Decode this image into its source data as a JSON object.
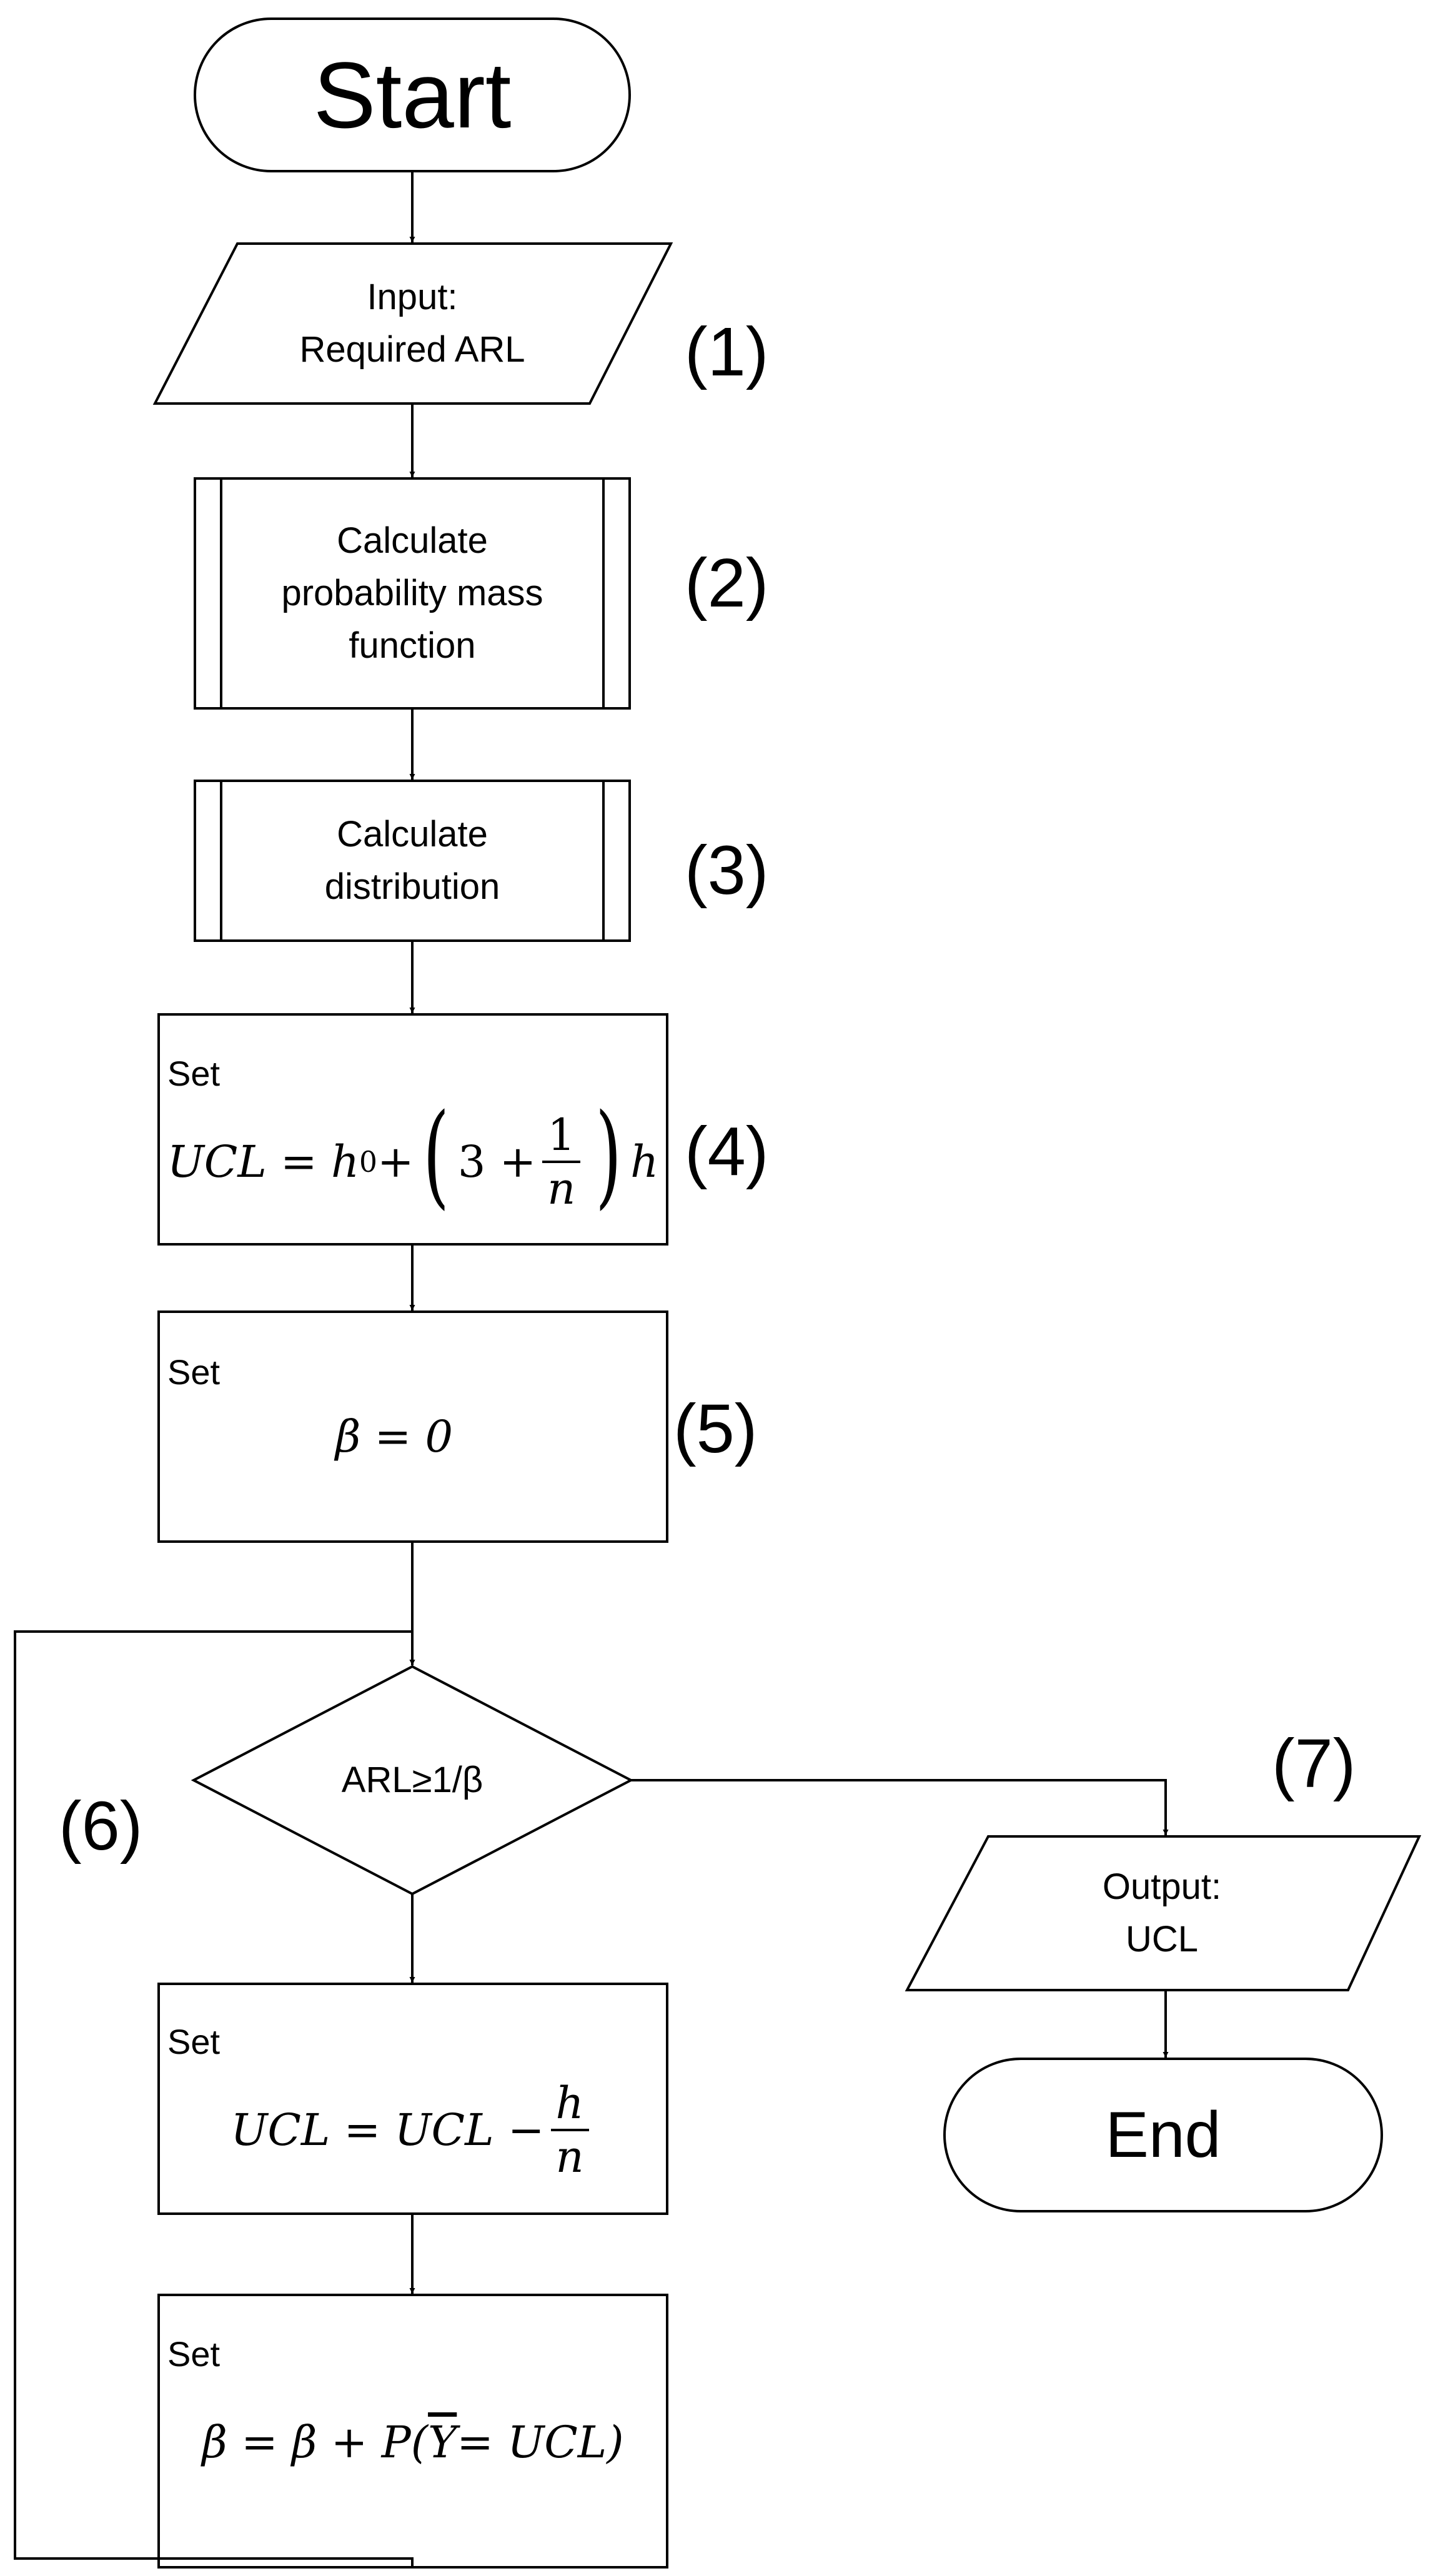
{
  "nodes": {
    "start": {
      "text": "Start"
    },
    "input": {
      "line1": "Input:",
      "line2": "Required ARL"
    },
    "pmf": {
      "line1": "Calculate",
      "line2": "probability mass",
      "line3": "function"
    },
    "distribution": {
      "line1": "Calculate",
      "line2": "distribution"
    },
    "set_ucl": {
      "label": "Set",
      "formula_lhs": "UCL = h",
      "formula_sub": "0",
      "formula_plus": " + ",
      "paren_inner": "3 + ",
      "frac_num": "1",
      "frac_den": "n",
      "formula_tail": "h"
    },
    "set_beta": {
      "label": "Set",
      "formula": "β = 0"
    },
    "decision": {
      "text": "ARL≥1/β"
    },
    "update_ucl": {
      "label": "Set",
      "formula_lhs": "UCL = UCL − ",
      "frac_num": "h",
      "frac_den": "n"
    },
    "update_beta": {
      "label": "Set",
      "formula_head": "β = β + P(",
      "ybar": "Y",
      "formula_tail": " = UCL)"
    },
    "output": {
      "line1": "Output:",
      "line2": "UCL"
    },
    "end": {
      "text": "End"
    }
  },
  "step_numbers": [
    "(1)",
    "(2)",
    "(3)",
    "(4)",
    "(5)",
    "(6)",
    "(7)"
  ]
}
